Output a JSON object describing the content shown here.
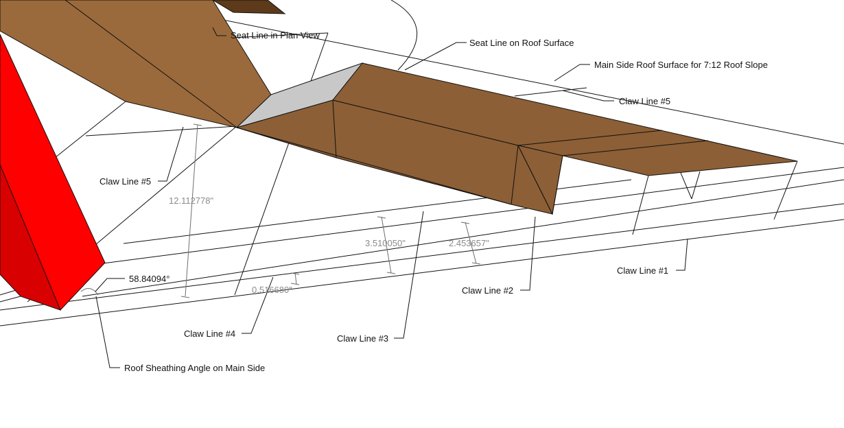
{
  "colors": {
    "rafter_top": "#9a6a3c",
    "rafter_face": "#8c5f36",
    "rafter_dark": "#5c3a1a",
    "seat_cut": "#c8c8c8",
    "fascia": "#ff0000",
    "fascia_side": "#d80000",
    "line": "#111111",
    "dimension_text": "#8a8a8a"
  },
  "labels": {
    "seat_line_plan": "Seat Line in Plan View",
    "seat_line_roof": "Seat Line on Roof Surface",
    "main_side_surface": "Main Side Roof Surface for 7:12 Roof Slope",
    "claw5_right": "Claw Line #5",
    "claw5_left": "Claw Line #5",
    "claw1": "Claw Line #1",
    "claw2": "Claw Line #2",
    "claw3": "Claw Line #3",
    "claw4": "Claw Line #4",
    "sheathing_angle": "Roof Sheathing Angle on Main Side"
  },
  "dimensions": {
    "d_12": "12.112778\"",
    "d_3_5": "3.510050\"",
    "d_2_45": "2.453657\"",
    "d_0_51": "0.516680\"",
    "angle": "58.84094°"
  }
}
